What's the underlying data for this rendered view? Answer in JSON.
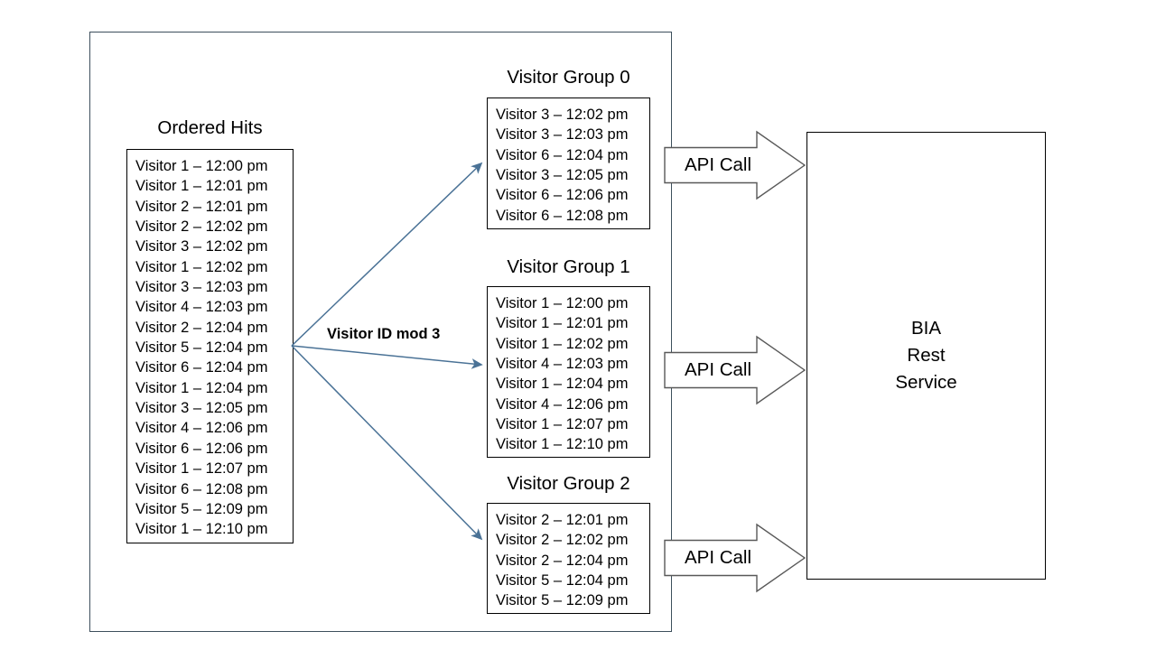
{
  "diagram": {
    "title_hidden": "",
    "colors": {
      "outer_border": "#3d4f5c",
      "box_border": "#000000",
      "arrow_line": "#4a7296",
      "api_arrow_border": "#595959",
      "background": "#ffffff"
    }
  },
  "ordered_hits": {
    "title": "Ordered Hits",
    "rows": [
      "Visitor 1 – 12:00 pm",
      "Visitor 1 – 12:01 pm",
      "Visitor 2 – 12:01 pm",
      "Visitor 2 – 12:02 pm",
      "Visitor 3 – 12:02 pm",
      "Visitor 1 – 12:02 pm",
      "Visitor 3 – 12:03 pm",
      "Visitor 4 – 12:03 pm",
      "Visitor 2 – 12:04 pm",
      "Visitor 5 – 12:04 pm",
      "Visitor 6 – 12:04 pm",
      "Visitor 1 – 12:04 pm",
      "Visitor 3 – 12:05 pm",
      "Visitor 4 – 12:06 pm",
      "Visitor 6 – 12:06 pm",
      "Visitor 1 – 12:07 pm",
      "Visitor 6 – 12:08 pm",
      "Visitor 5 – 12:09 pm",
      "Visitor 1 – 12:10 pm"
    ]
  },
  "split_label": "Visitor ID mod 3",
  "groups": [
    {
      "title": "Visitor Group 0",
      "rows": [
        "Visitor 3 – 12:02 pm",
        "Visitor 3 – 12:03 pm",
        "Visitor 6 – 12:04 pm",
        "Visitor 3 – 12:05 pm",
        "Visitor 6 – 12:06 pm",
        "Visitor 6 – 12:08 pm"
      ]
    },
    {
      "title": "Visitor Group 1",
      "rows": [
        "Visitor 1 – 12:00 pm",
        "Visitor 1 – 12:01 pm",
        "Visitor 1 – 12:02 pm",
        "Visitor 4 – 12:03 pm",
        "Visitor 1 – 12:04 pm",
        "Visitor 4 – 12:06 pm",
        "Visitor 1 – 12:07 pm",
        "Visitor 1 – 12:10 pm"
      ]
    },
    {
      "title": "Visitor Group 2",
      "rows": [
        "Visitor 2 – 12:01 pm",
        "Visitor 2 – 12:02 pm",
        "Visitor 2 – 12:04 pm",
        "Visitor 5 – 12:04 pm",
        "Visitor 5 – 12:09 pm"
      ]
    }
  ],
  "api_calls": [
    {
      "label": "API Call"
    },
    {
      "label": "API Call"
    },
    {
      "label": "API Call"
    }
  ],
  "service": {
    "lines": [
      "BIA",
      "Rest",
      "Service"
    ]
  }
}
